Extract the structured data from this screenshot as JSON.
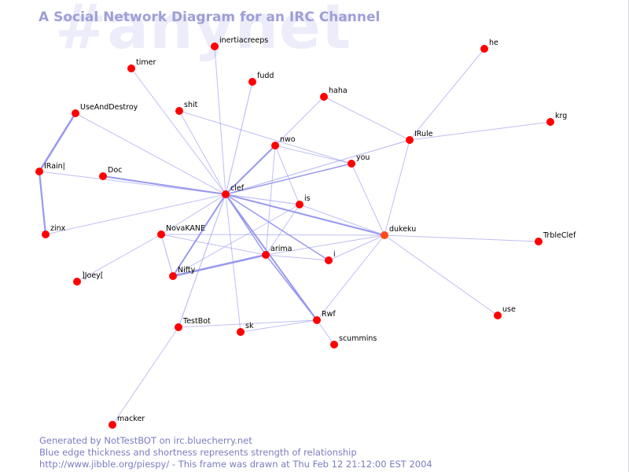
{
  "watermark": "#anynet",
  "title": "A Social Network Diagram for an IRC Channel",
  "footer": {
    "line1": "Generated by NotTestBOT on irc.bluecherry.net",
    "line2": "Blue edge thickness and shortness represents strength of relationship",
    "line3": "http://www.jibble.org/piespy/ - This frame was drawn at Thu Feb 12 21:12:00 EST 2004"
  },
  "colors": {
    "node": "#ff0000",
    "active_node": "#ff4a1a",
    "edge": "#9494ee",
    "title": "#9f9fd6"
  },
  "nodes": [
    {
      "id": "inertiacreeps"
    },
    {
      "id": "timer"
    },
    {
      "id": "fudd"
    },
    {
      "id": "he"
    },
    {
      "id": "haha"
    },
    {
      "id": "UseAndDestroy"
    },
    {
      "id": "shit"
    },
    {
      "id": "krg"
    },
    {
      "id": "nwo"
    },
    {
      "id": "IRule"
    },
    {
      "id": "IRain|"
    },
    {
      "id": "you"
    },
    {
      "id": "Doc"
    },
    {
      "id": "clef"
    },
    {
      "id": "is"
    },
    {
      "id": "zinx"
    },
    {
      "id": "NovaKANE"
    },
    {
      "id": "dukeku",
      "active": true
    },
    {
      "id": "TrbleClef"
    },
    {
      "id": "arima"
    },
    {
      "id": "i"
    },
    {
      "id": "Nifty"
    },
    {
      "id": "]Joey["
    },
    {
      "id": "use"
    },
    {
      "id": "Rwf"
    },
    {
      "id": "TestBot"
    },
    {
      "id": "sk"
    },
    {
      "id": "scummins"
    },
    {
      "id": "macker"
    }
  ],
  "edges": [
    {
      "source": "UseAndDestroy",
      "target": "IRain|",
      "strength": 2.6
    },
    {
      "source": "IRain|",
      "target": "zinx",
      "strength": 2.2
    },
    {
      "source": "IRain|",
      "target": "clef",
      "strength": 1.0
    },
    {
      "source": "Doc",
      "target": "clef",
      "strength": 2.0
    },
    {
      "source": "zinx",
      "target": "clef",
      "strength": 1.0
    },
    {
      "source": "timer",
      "target": "clef",
      "strength": 1.0
    },
    {
      "source": "inertiacreeps",
      "target": "clef",
      "strength": 1.0
    },
    {
      "source": "fudd",
      "target": "clef",
      "strength": 1.2
    },
    {
      "source": "UseAndDestroy",
      "target": "clef",
      "strength": 1.0
    },
    {
      "source": "shit",
      "target": "clef",
      "strength": 1.0
    },
    {
      "source": "shit",
      "target": "you",
      "strength": 1.0
    },
    {
      "source": "haha",
      "target": "nwo",
      "strength": 1.0
    },
    {
      "source": "nwo",
      "target": "clef",
      "strength": 2.0
    },
    {
      "source": "nwo",
      "target": "you",
      "strength": 1.0
    },
    {
      "source": "nwo",
      "target": "arima",
      "strength": 1.0
    },
    {
      "source": "nwo",
      "target": "is",
      "strength": 1.0
    },
    {
      "source": "haha",
      "target": "IRule",
      "strength": 1.0
    },
    {
      "source": "clef",
      "target": "you",
      "strength": 1.5
    },
    {
      "source": "clef",
      "target": "IRule",
      "strength": 1.2
    },
    {
      "source": "IRule",
      "target": "krg",
      "strength": 1.0
    },
    {
      "source": "IRule",
      "target": "he",
      "strength": 1.0
    },
    {
      "source": "IRule",
      "target": "dukeku",
      "strength": 1.0
    },
    {
      "source": "you",
      "target": "dukeku",
      "strength": 1.0
    },
    {
      "source": "clef",
      "target": "is",
      "strength": 1.2
    },
    {
      "source": "clef",
      "target": "dukeku",
      "strength": 2.0
    },
    {
      "source": "clef",
      "target": "arima",
      "strength": 1.5
    },
    {
      "source": "clef",
      "target": "i",
      "strength": 1.5
    },
    {
      "source": "clef",
      "target": "Nifty",
      "strength": 2.0
    },
    {
      "source": "clef",
      "target": "NovaKANE",
      "strength": 1.0
    },
    {
      "source": "clef",
      "target": "Rwf",
      "strength": 2.0
    },
    {
      "source": "clef",
      "target": "TestBot",
      "strength": 1.2
    },
    {
      "source": "clef",
      "target": "sk",
      "strength": 1.0
    },
    {
      "source": "is",
      "target": "arima",
      "strength": 1.0
    },
    {
      "source": "is",
      "target": "dukeku",
      "strength": 1.0
    },
    {
      "source": "is",
      "target": "Nifty",
      "strength": 1.0
    },
    {
      "source": "NovaKANE",
      "target": "arima",
      "strength": 1.0
    },
    {
      "source": "NovaKANE",
      "target": "Nifty",
      "strength": 1.2
    },
    {
      "source": "NovaKANE",
      "target": "dukeku",
      "strength": 1.0
    },
    {
      "source": "NovaKANE",
      "target": "]Joey[",
      "strength": 1.0
    },
    {
      "source": "arima",
      "target": "Nifty",
      "strength": 2.6
    },
    {
      "source": "arima",
      "target": "dukeku",
      "strength": 1.0
    },
    {
      "source": "arima",
      "target": "i",
      "strength": 1.0
    },
    {
      "source": "arima",
      "target": "Rwf",
      "strength": 1.5
    },
    {
      "source": "i",
      "target": "dukeku",
      "strength": 1.0
    },
    {
      "source": "dukeku",
      "target": "TrbleClef",
      "strength": 1.0
    },
    {
      "source": "dukeku",
      "target": "use",
      "strength": 1.0
    },
    {
      "source": "dukeku",
      "target": "Rwf",
      "strength": 1.0
    },
    {
      "source": "Rwf",
      "target": "TestBot",
      "strength": 1.0
    },
    {
      "source": "Rwf",
      "target": "sk",
      "strength": 1.0
    },
    {
      "source": "Rwf",
      "target": "scummins",
      "strength": 1.0
    },
    {
      "source": "TestBot",
      "target": "macker",
      "strength": 1.0
    }
  ]
}
